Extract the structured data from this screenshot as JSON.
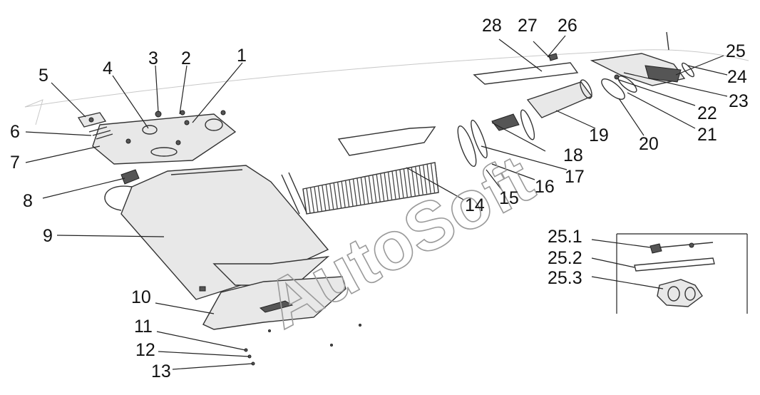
{
  "diagram": {
    "watermark": "AutoSoft",
    "callouts": [
      {
        "id": "1",
        "text": "1"
      },
      {
        "id": "2",
        "text": "2"
      },
      {
        "id": "3",
        "text": "3"
      },
      {
        "id": "4",
        "text": "4"
      },
      {
        "id": "5",
        "text": "5"
      },
      {
        "id": "6",
        "text": "6"
      },
      {
        "id": "7",
        "text": "7"
      },
      {
        "id": "8",
        "text": "8"
      },
      {
        "id": "9",
        "text": "9"
      },
      {
        "id": "10",
        "text": "10"
      },
      {
        "id": "11",
        "text": "11"
      },
      {
        "id": "12",
        "text": "12"
      },
      {
        "id": "13",
        "text": "13"
      },
      {
        "id": "14",
        "text": "14"
      },
      {
        "id": "15",
        "text": "15"
      },
      {
        "id": "16",
        "text": "16"
      },
      {
        "id": "17",
        "text": "17"
      },
      {
        "id": "18",
        "text": "18"
      },
      {
        "id": "19",
        "text": "19"
      },
      {
        "id": "20",
        "text": "20"
      },
      {
        "id": "21",
        "text": "21"
      },
      {
        "id": "22",
        "text": "22"
      },
      {
        "id": "23",
        "text": "23"
      },
      {
        "id": "24",
        "text": "24"
      },
      {
        "id": "25",
        "text": "25"
      },
      {
        "id": "26",
        "text": "26"
      },
      {
        "id": "27",
        "text": "27"
      },
      {
        "id": "28",
        "text": "28"
      },
      {
        "id": "25_1",
        "text": "25.1"
      },
      {
        "id": "25_2",
        "text": "25.2"
      },
      {
        "id": "25_3",
        "text": "25.3"
      }
    ]
  }
}
